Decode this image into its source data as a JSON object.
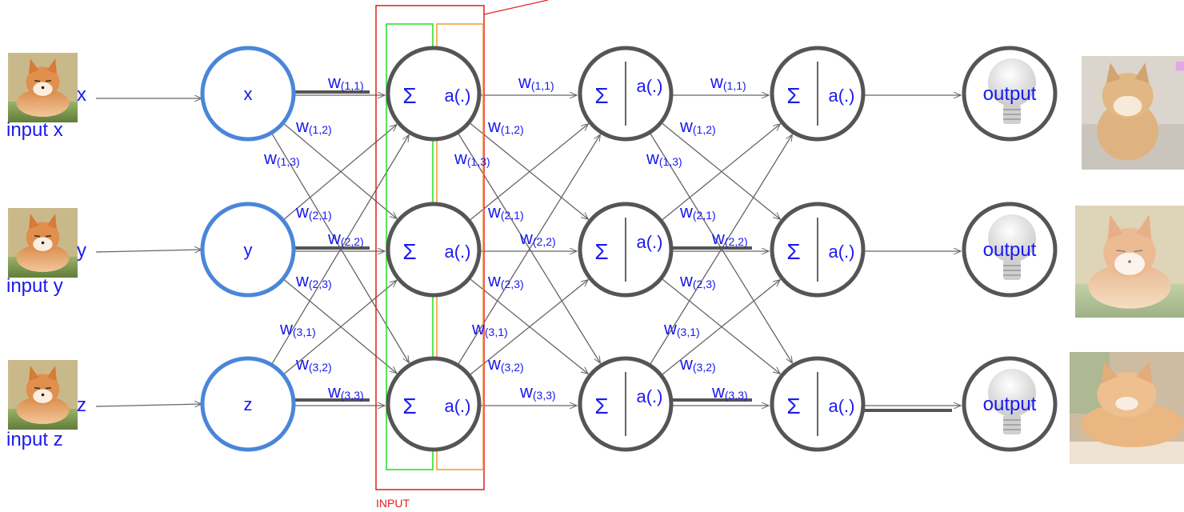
{
  "colors": {
    "input_node": "#4a86d8",
    "neuron": "#555555",
    "label": "#1a1aee",
    "edge": "#666666",
    "input_layer_box": "#e21d1d",
    "sum_box": "#22dd22",
    "activation_box": "#f39a2b"
  },
  "inputs": [
    {
      "label": "input x",
      "letter": "x",
      "node": "x",
      "icon": "fox-photo"
    },
    {
      "label": "input y",
      "letter": "y",
      "node": "y",
      "icon": "fox-photo"
    },
    {
      "label": "input z",
      "letter": "z",
      "node": "z",
      "icon": "fox-photo"
    }
  ],
  "neuron": {
    "sum_symbol": "Σ",
    "activation": "a(.)"
  },
  "layer_box_label": "INPUT",
  "weights_labels": [
    {
      "base": "w",
      "sub": "(1,1)"
    },
    {
      "base": "w",
      "sub": "(1,2)"
    },
    {
      "base": "w",
      "sub": "(1,3)"
    },
    {
      "base": "w",
      "sub": "(2,1)"
    },
    {
      "base": "w",
      "sub": "(2,2)"
    },
    {
      "base": "w",
      "sub": "(2,3)"
    },
    {
      "base": "w",
      "sub": "(3,1)"
    },
    {
      "base": "w",
      "sub": "(3,2)"
    },
    {
      "base": "w",
      "sub": "(3,3)"
    }
  ],
  "outputs": [
    {
      "label": "output",
      "icon": "light-bulb-icon",
      "photo": "shiba-dog-photo"
    },
    {
      "label": "output",
      "icon": "light-bulb-icon",
      "photo": "fox-photo"
    },
    {
      "label": "output",
      "icon": "light-bulb-icon",
      "photo": "cat-photo"
    }
  ]
}
